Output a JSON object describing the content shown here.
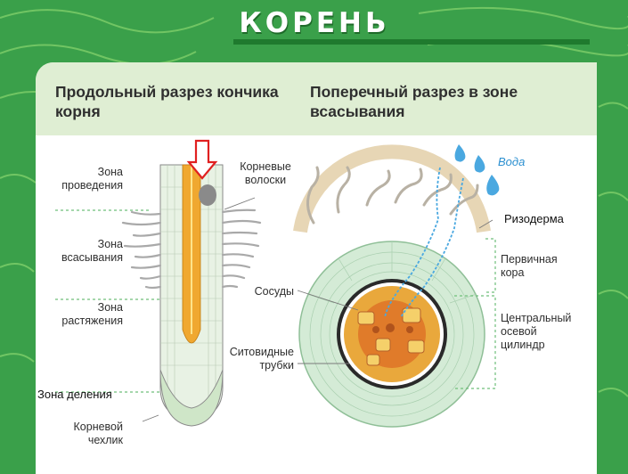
{
  "title": "КОРЕНЬ",
  "headings": {
    "longitudinal": "Продольный разрез кончика корня",
    "cross": "Поперечный разрез в зоне всасывания"
  },
  "zones": {
    "conduction": "Зона\nпроведения",
    "absorption": "Зона\nвсасывания",
    "elongation": "Зона\nрастяжения",
    "division": "Зона деления",
    "root_cap": "Корневой\nчехлик"
  },
  "labels": {
    "root_hairs": "Корневые\nволоски",
    "vessels": "Сосуды",
    "sieve_tubes": "Ситовидные\nтрубки",
    "water": "Вода",
    "rhizoderm": "Ризодерма",
    "primary_cortex": "Первичная\nкора",
    "central_cylinder": "Центральный\nосевой\nцилиндр"
  },
  "colors": {
    "background_green": "#3aa04a",
    "panel_band": "#dfeed3",
    "cortex": "#cfe8d2",
    "cylinder": "#e9a83c",
    "arrow": "#e02020",
    "water": "#4aa8e0"
  }
}
